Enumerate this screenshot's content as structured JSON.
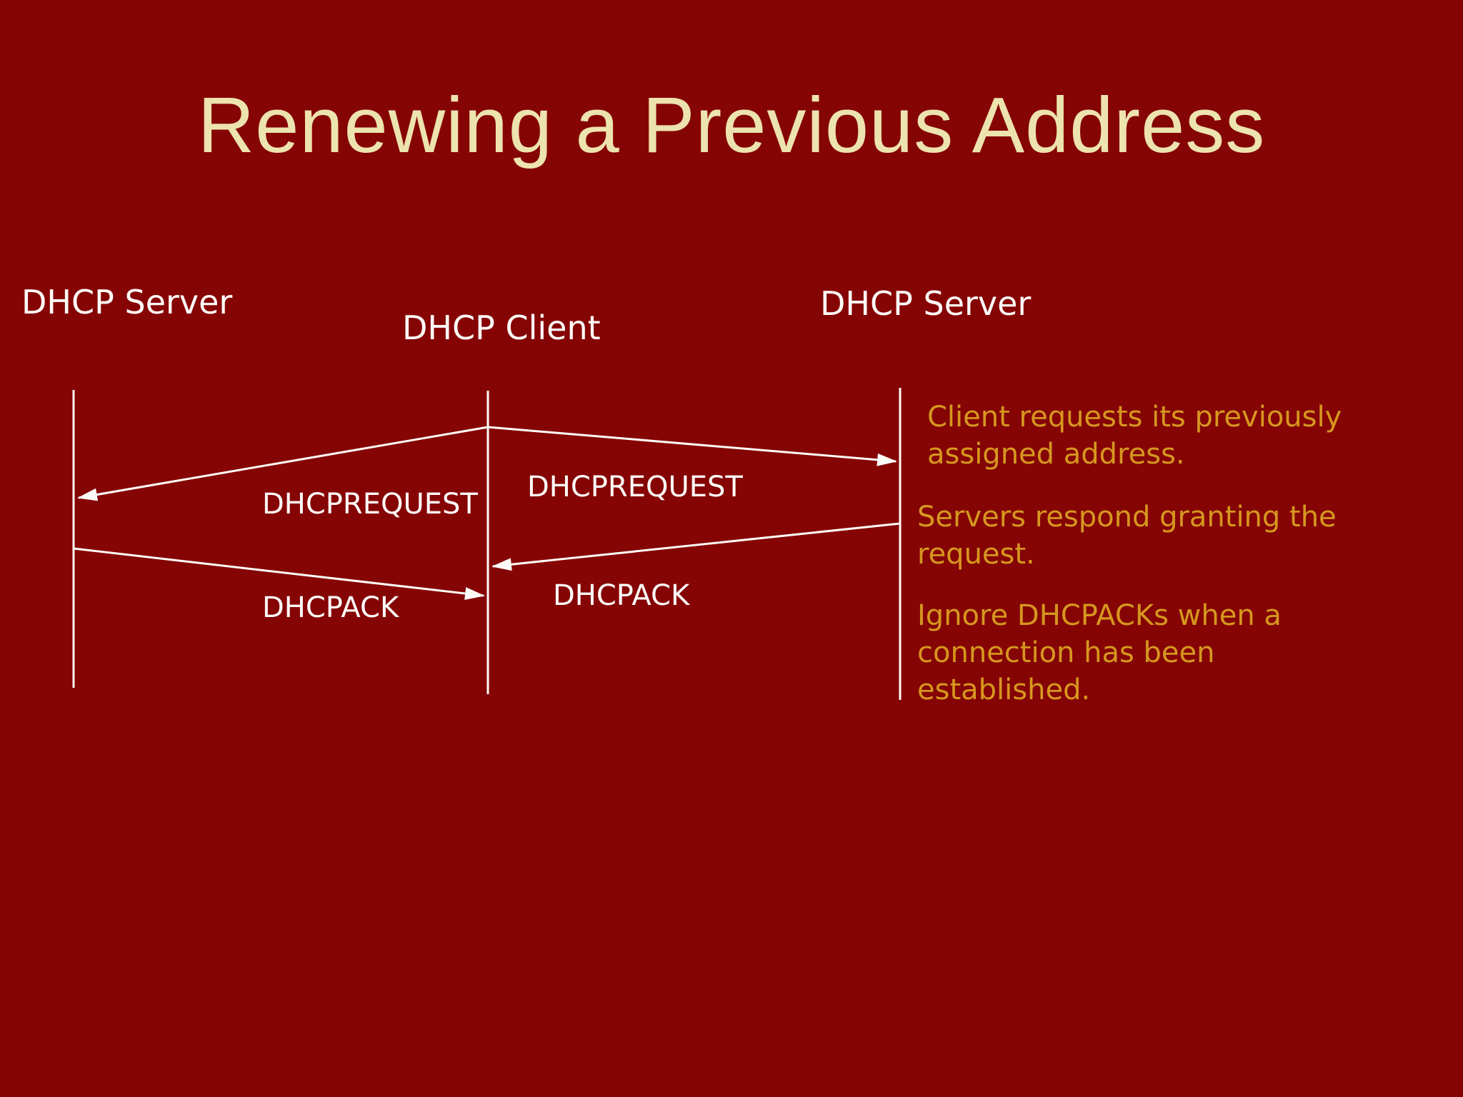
{
  "title": "Renewing a Previous Address",
  "diagram": {
    "actors": [
      {
        "label": "DHCP Server"
      },
      {
        "label": "DHCP Client"
      },
      {
        "label": "DHCP Server"
      }
    ],
    "messages": {
      "request_left": "DHCPREQUEST",
      "request_right": "DHCPREQUEST",
      "ack_left": "DHCPACK",
      "ack_right": "DHCPACK"
    }
  },
  "annotations": [
    {
      "lines": [
        "Client requests its previously",
        "assigned address."
      ]
    },
    {
      "lines": [
        "Servers respond granting the",
        "request."
      ]
    },
    {
      "lines": [
        "Ignore DHCPACKs when a",
        "connection has been",
        "established."
      ]
    }
  ],
  "colors": {
    "background": "#850505",
    "title_text": "#EDE3AE",
    "diagram_text": "#FDFCF8",
    "annotation_text": "#D6971F"
  }
}
